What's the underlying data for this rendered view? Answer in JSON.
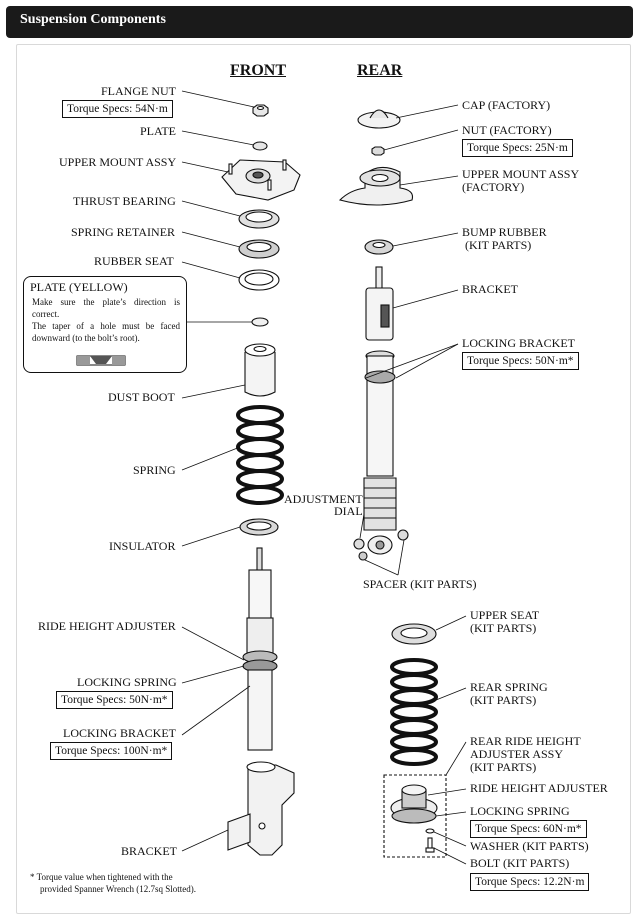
{
  "header": {
    "title": "Suspension Components"
  },
  "columns": {
    "front": "FRONT",
    "rear": "REAR"
  },
  "front": {
    "flange_nut": "FLANGE NUT",
    "flange_nut_torque": "Torque Specs: 54N·m",
    "plate": "PLATE",
    "upper_mount": "UPPER MOUNT ASSY",
    "thrust_bearing": "THRUST BEARING",
    "spring_retainer": "SPRING RETAINER",
    "rubber_seat": "RUBBER SEAT",
    "dust_boot": "DUST BOOT",
    "spring": "SPRING",
    "insulator": "INSULATOR",
    "ride_height_adjuster": "RIDE HEIGHT ADJUSTER",
    "locking_spring": "LOCKING SPRING",
    "locking_spring_torque": "Torque Specs: 50N·m*",
    "locking_bracket": "LOCKING BRACKET",
    "locking_bracket_torque": "Torque Specs: 100N·m*",
    "bracket": "BRACKET",
    "adjustment_dial_1": "ADJUSTMENT",
    "adjustment_dial_2": "DIAL"
  },
  "plate_note": {
    "title": "PLATE (YELLOW)",
    "line1": "Make sure the plate’s direction is correct.",
    "line2": "The taper of a hole must be faced downward (to the bolt’s root)."
  },
  "rear": {
    "cap": "CAP (FACTORY)",
    "nut": "NUT (FACTORY)",
    "nut_torque": "Torque Specs: 25N·m",
    "upper_mount_1": "UPPER MOUNT ASSY",
    "upper_mount_2": "(FACTORY)",
    "bump_rubber_1": "BUMP RUBBER",
    "bump_rubber_2": " (KIT PARTS)",
    "bracket": "BRACKET",
    "locking_bracket": "LOCKING BRACKET",
    "locking_bracket_torque": "Torque Specs: 50N·m*",
    "spacer": "SPACER (KIT PARTS)",
    "upper_seat_1": "UPPER SEAT",
    "upper_seat_2": "(KIT PARTS)",
    "rear_spring_1": "REAR SPRING",
    "rear_spring_2": "(KIT PARTS)",
    "adjuster_assy_1": "REAR RIDE HEIGHT",
    "adjuster_assy_2": "ADJUSTER ASSY",
    "adjuster_assy_3": "(KIT PARTS)",
    "ride_height_adjuster": "RIDE HEIGHT ADJUSTER",
    "locking_spring": "LOCKING SPRING",
    "locking_spring_torque": "Torque Specs: 60N·m*",
    "washer": "WASHER (KIT PARTS)",
    "bolt": "BOLT (KIT PARTS)",
    "bolt_torque": "Torque Specs: 12.2N·m"
  },
  "footnote": {
    "line1": "* Torque value when tightened with the",
    "line2": "provided Spanner Wrench (12.7sq Slotted)."
  }
}
